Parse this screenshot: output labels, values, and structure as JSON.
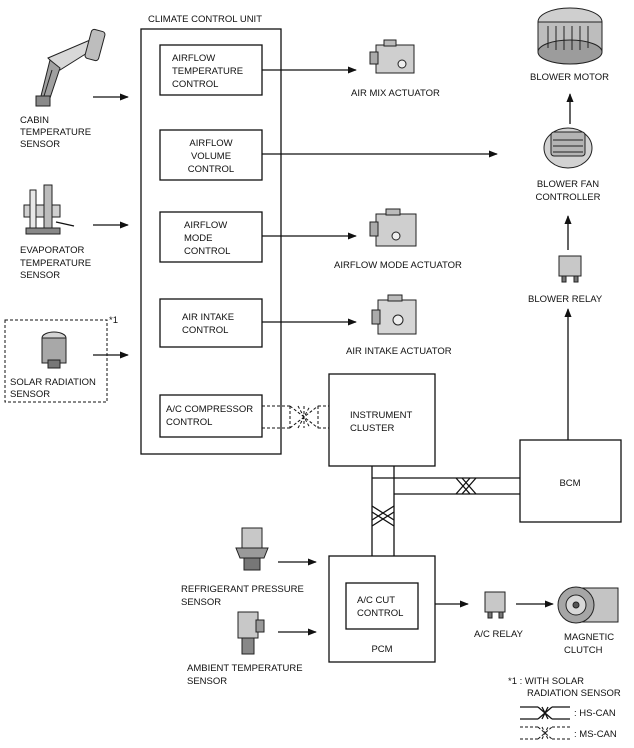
{
  "diagram": {
    "climate_control_unit": {
      "title": "CLIMATE CONTROL UNIT",
      "controls": [
        [
          "AIRFLOW",
          "TEMPERATURE",
          "CONTROL"
        ],
        [
          "AIRFLOW",
          "VOLUME",
          "CONTROL"
        ],
        [
          "AIRFLOW",
          "MODE",
          "CONTROL"
        ],
        [
          "AIR INTAKE",
          "CONTROL"
        ],
        [
          "A/C COMPRESSOR",
          "CONTROL"
        ]
      ]
    },
    "sensors": {
      "cabin_temperature": [
        "CABIN",
        "TEMPERATURE",
        "SENSOR"
      ],
      "evaporator_temperature": [
        "EVAPORATOR",
        "TEMPERATURE",
        "SENSOR"
      ],
      "solar_radiation": [
        "SOLAR RADIATION",
        "SENSOR"
      ],
      "refrigerant_pressure": [
        "REFRIGERANT PRESSURE",
        "SENSOR"
      ],
      "ambient_temperature": [
        "AMBIENT TEMPERATURE",
        "SENSOR"
      ]
    },
    "solar_note_mark": "*1",
    "actuators": {
      "air_mix": "AIR MIX ACTUATOR",
      "airflow_mode": "AIRFLOW MODE ACTUATOR",
      "air_intake": "AIR INTAKE ACTUATOR"
    },
    "blower_motor": "BLOWER MOTOR",
    "blower_fan_controller": [
      "BLOWER FAN",
      "CONTROLLER"
    ],
    "blower_relay": "BLOWER RELAY",
    "instrument_cluster": [
      "INSTRUMENT",
      "CLUSTER"
    ],
    "bcm": "BCM",
    "pcm": "PCM",
    "ac_cut_control": [
      "A/C CUT",
      "CONTROL"
    ],
    "ac_relay": "A/C RELAY",
    "magnetic_clutch": [
      "MAGNETIC",
      "CLUTCH"
    ],
    "legend": {
      "note": [
        "*1 : WITH SOLAR",
        "RADIATION SENSOR"
      ],
      "hs_can": ": HS-CAN",
      "ms_can": ": MS-CAN"
    }
  }
}
